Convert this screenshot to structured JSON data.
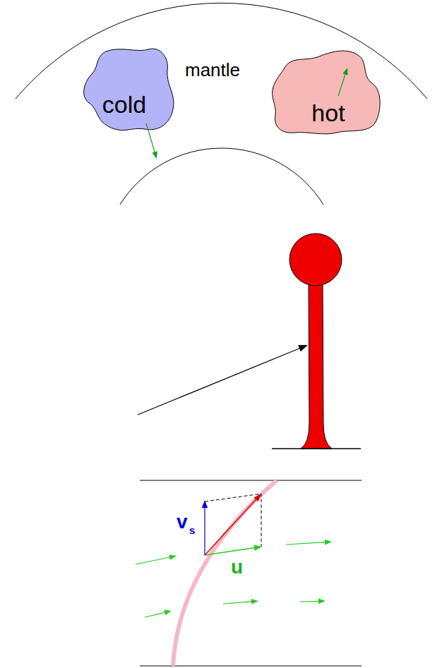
{
  "diagram": {
    "nodes": [
      {
        "text": [
          "cold"
        ]
      },
      {
        "text": [
          "hot"
        ]
      }
    ],
    "labels": [
      "mantle",
      "v",
      "s",
      "u"
    ]
  }
}
